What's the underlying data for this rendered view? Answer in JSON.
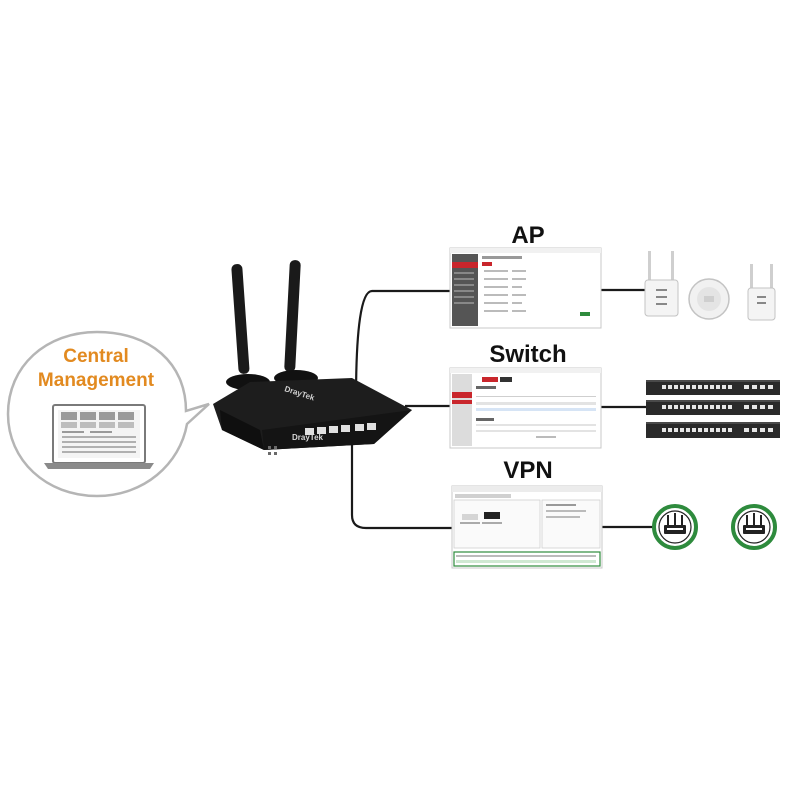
{
  "central": {
    "line1": "Central",
    "line2": "Management"
  },
  "sections": {
    "ap": {
      "label": "AP"
    },
    "switch": {
      "label": "Switch"
    },
    "vpn": {
      "label": "VPN"
    }
  },
  "router": {
    "brand": "DrayTek"
  },
  "colors": {
    "accent_orange": "#e28a20",
    "draytek_red": "#c9262c",
    "vpn_green": "#2e8b3d",
    "router_body": "#151515",
    "line": "#1a1a1a"
  },
  "icons": [
    "laptop-icon",
    "router-icon",
    "ap-icon",
    "switch-icon",
    "vpn-router-icon"
  ]
}
